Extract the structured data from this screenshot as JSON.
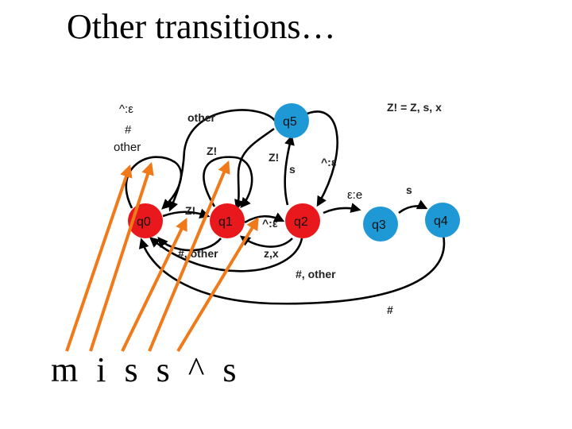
{
  "title": "Other transitions…",
  "bottom_text": "m i s s ^ s",
  "colors": {
    "accepting": "#e8181c",
    "other": "#1f98d6",
    "highlight": "#f07a1a",
    "edge": "#000000"
  },
  "states": [
    {
      "id": "q0",
      "label": "q0",
      "type": "accepting"
    },
    {
      "id": "q1",
      "label": "q1",
      "type": "accepting"
    },
    {
      "id": "q2",
      "label": "q2",
      "type": "accepting"
    },
    {
      "id": "q3",
      "label": "q3",
      "type": "other"
    },
    {
      "id": "q4",
      "label": "q4",
      "type": "other"
    },
    {
      "id": "q5",
      "label": "q5",
      "type": "other"
    }
  ],
  "legend": "Z! = Z, s, x",
  "edge_labels": {
    "q0_loop_1": "^:ε",
    "q0_loop_2": "#",
    "q0_loop_3": "other",
    "q5_to_q0": "other",
    "q1_loop": "Z!",
    "q5_to_q1": "Z!",
    "q0_to_q1": "Z!",
    "q5_to_q2": "s",
    "q2_to_q5": "^:ε",
    "q1_to_q2": "^:ε",
    "q2_to_q3": "ε:e",
    "q3_to_q4": "s",
    "q1_to_q0": "#, other",
    "q2_to_q1": "z,x",
    "q2_to_q0": "#, other",
    "q4_to_q0": "#"
  }
}
